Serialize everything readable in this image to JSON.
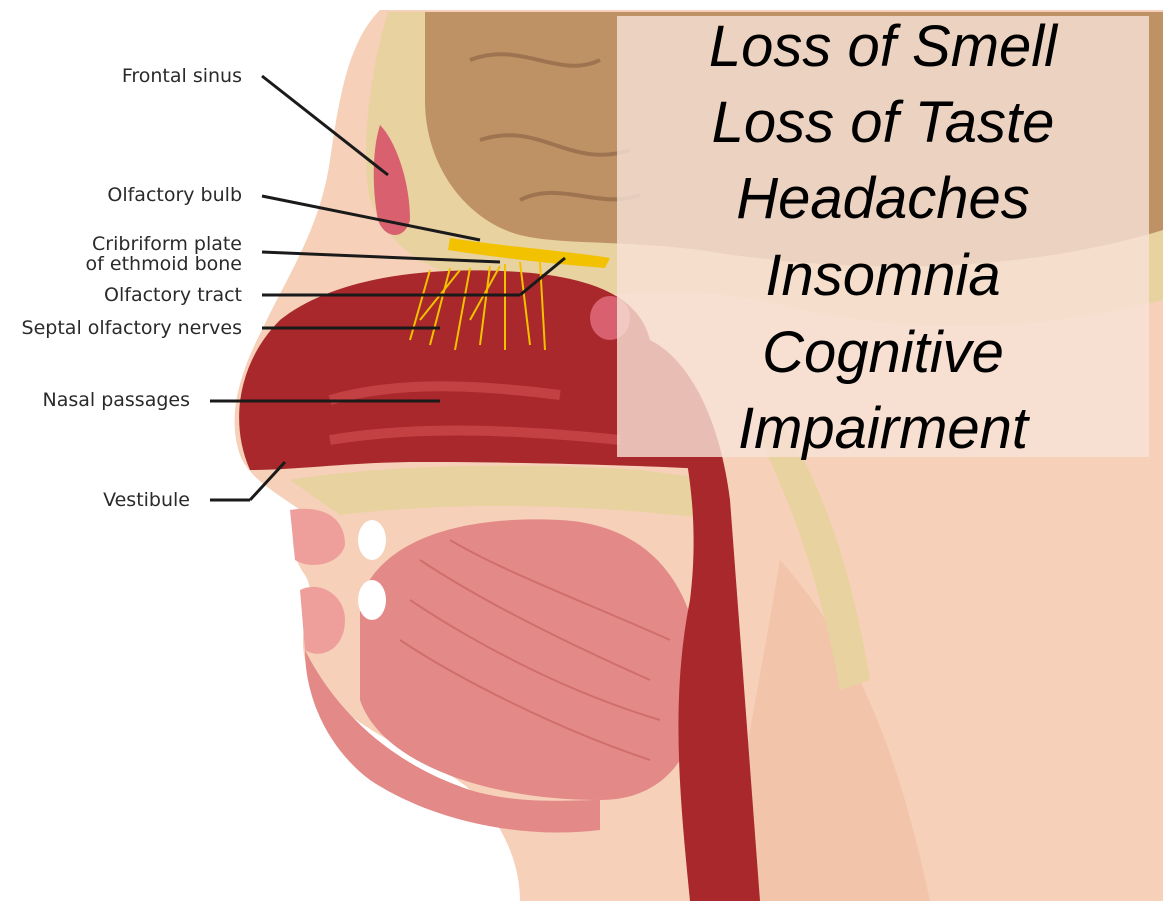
{
  "diagram": {
    "labels": {
      "frontal_sinus": "Frontal sinus",
      "olfactory_bulb": "Olfactory bulb",
      "cribriform_line1": "Cribriform plate",
      "cribriform_line2": "of ethmoid bone",
      "olfactory_tract": "Olfactory tract",
      "septal_nerves": "Septal olfactory nerves",
      "nasal_passages": "Nasal passages",
      "vestibule": "Vestibule"
    }
  },
  "symptoms": [
    "Loss of Smell",
    "Loss of Taste",
    "Headaches",
    "Insomnia",
    "Cognitive",
    "Impairment"
  ],
  "colors": {
    "skin": "#f6d0b8",
    "bone": "#e8d2a0",
    "brain": "#bf9266",
    "nasal_cavity": "#a8282b",
    "tissue": "#e38a88",
    "nerve": "#f2c200"
  }
}
